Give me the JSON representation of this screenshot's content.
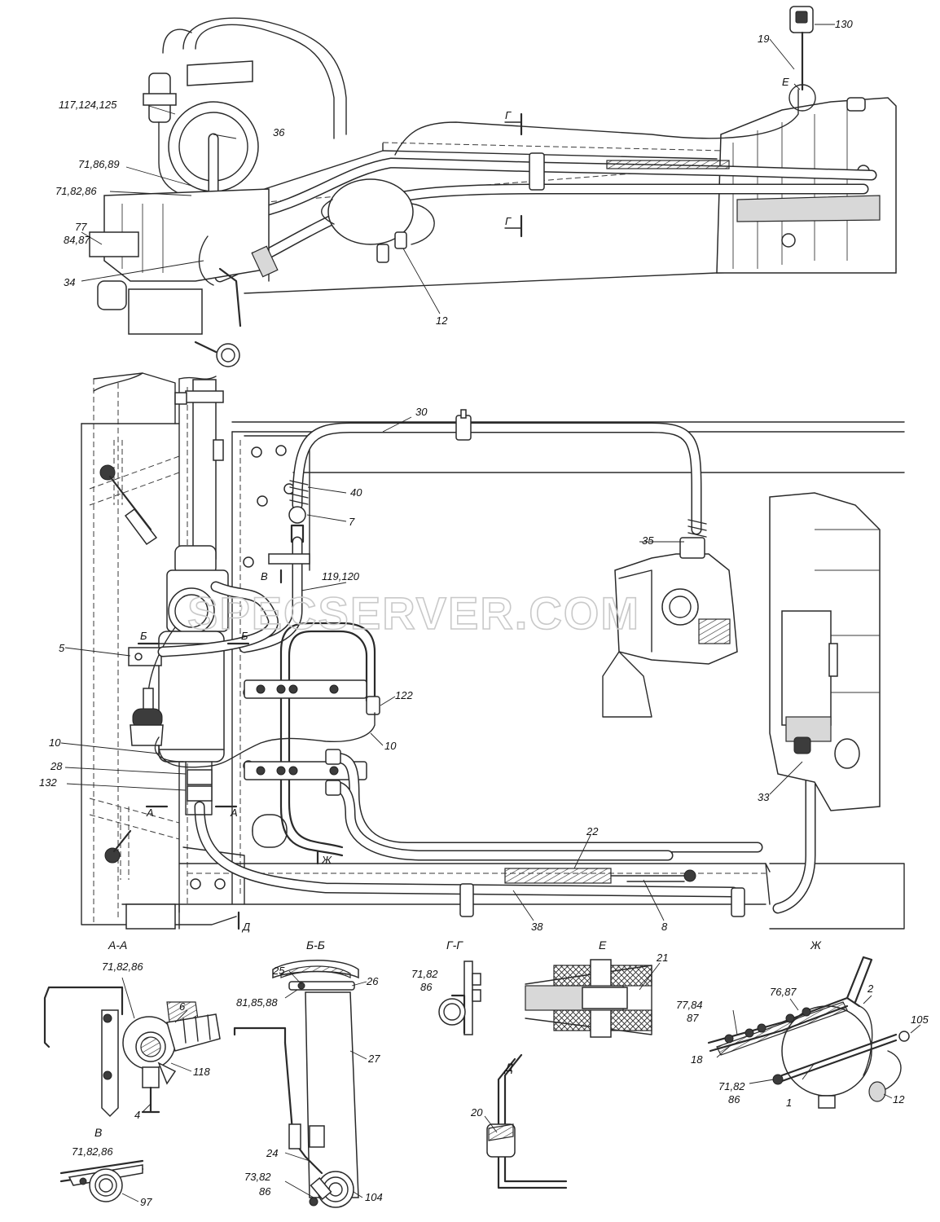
{
  "watermark": "SPECSERVER.COM",
  "top_view": {
    "labels": {
      "l130": "130",
      "l19": "19",
      "lE": "Е",
      "lG1": "Г",
      "lG2": "Г",
      "l117": "117,124,125",
      "l36": "36",
      "l71_86_89": "71,86,89",
      "l71_82_86": "71,82,86",
      "l77": "77",
      "l84_87": "84,87",
      "l34": "34",
      "l12": "12"
    }
  },
  "main_view": {
    "labels": {
      "l30": "30",
      "l40": "40",
      "l7": "7",
      "l35": "35",
      "lV": "В",
      "l119": "119,120",
      "lB1": "Б",
      "lB2": "Б",
      "l5": "5",
      "l122": "122",
      "l10a": "10",
      "l10b": "10",
      "l28": "28",
      "l132": "132",
      "lA1": "А",
      "lA2": "А",
      "lZh": "Ж",
      "l22": "22",
      "l33": "33",
      "l8": "8",
      "l38": "38",
      "lD": "Д"
    }
  },
  "details": {
    "aa": {
      "title": "А-А",
      "l71": "71,82,86",
      "l6": "6",
      "l118": "118",
      "l4": "4"
    },
    "bb": {
      "title": "Б-Б",
      "l25": "25",
      "l26": "26",
      "l81": "81,85,88",
      "l27": "27",
      "l24": "24",
      "l73": "73,82",
      "l86": "86",
      "l104": "104"
    },
    "gg": {
      "title": "Г-Г",
      "l71": "71,82",
      "l86": "86"
    },
    "e": {
      "title": "Е",
      "l21": "21"
    },
    "d": {
      "title": "Д",
      "l20": "20"
    },
    "zh": {
      "title": "Ж",
      "l77": "77,84",
      "l87a": "87",
      "l76": "76,87",
      "l2": "2",
      "l105": "105",
      "l18": "18",
      "l71": "71,82",
      "l86": "86",
      "l1": "1",
      "l12": "12"
    },
    "v": {
      "title": "В",
      "l71": "71,82,86",
      "l97": "97"
    }
  }
}
